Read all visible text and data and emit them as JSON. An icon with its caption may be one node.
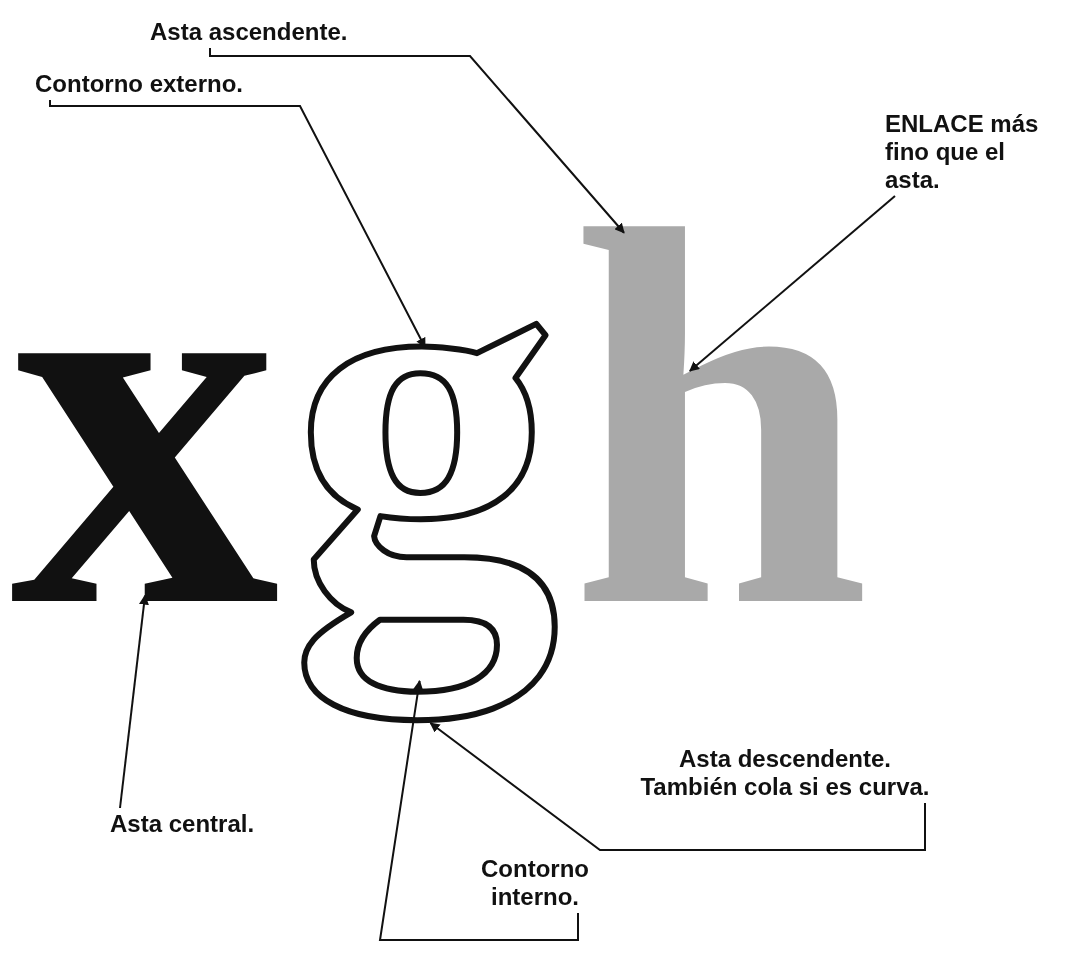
{
  "diagram": {
    "nodes": [
      {
        "text": [
          "Asta ascendente."
        ]
      },
      {
        "text": [
          "ENLACE más fino que el asta."
        ]
      },
      {
        "text": [
          "Contorno externo."
        ]
      },
      {
        "text": [
          "x"
        ]
      },
      {
        "text": [
          "g"
        ]
      },
      {
        "text": [
          "h"
        ]
      },
      {
        "text": [
          "Asta central."
        ]
      },
      {
        "text": [
          "Asta descendente. También cola si es curva."
        ]
      },
      {
        "text": [
          "Contorno interno."
        ]
      }
    ],
    "edges": [
      {
        "from": 0,
        "to": 5,
        "arrow": "to"
      },
      {
        "from": 1,
        "to": 5,
        "arrow": "to"
      },
      {
        "from": 2,
        "to": 4,
        "arrow": "to"
      },
      {
        "from": 6,
        "to": 3,
        "arrow": "to"
      },
      {
        "from": 7,
        "to": 4,
        "arrow": "to"
      },
      {
        "from": 8,
        "to": 4,
        "arrow": "to"
      }
    ]
  }
}
